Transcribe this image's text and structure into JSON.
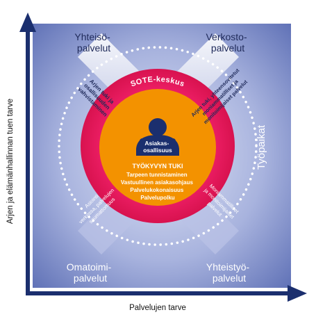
{
  "axes": {
    "y_label": "Arjen ja elämänhallinnan tuen tarve",
    "x_label": "Palvelujen tarve"
  },
  "corners": {
    "top_left": [
      "Yhteisö-",
      "palvelut"
    ],
    "top_right": [
      "Verkosto-",
      "palvelut"
    ],
    "bottom_left": [
      "Omatoimi-",
      "palvelut"
    ],
    "bottom_right": [
      "Yhteistyö-",
      "palvelut"
    ]
  },
  "bands": {
    "top_left": [
      "Arjen tuki ja",
      "osallisuuden",
      "vahvistaminen"
    ],
    "top_right": [
      "Arjen tuki, yhteensovitetut",
      "moniammatilliset ja",
      "monitoimijaiset palvelut"
    ],
    "bottom_left": [
      "Asiointi",
      "verkossa, palvelujen",
      "saumattomuus"
    ],
    "bottom_right": [
      "Moniammatilliset",
      "ja monitoimijaiset",
      "palvelut"
    ]
  },
  "ring_label": "SOTE-keskus",
  "side_label": "Työpaikat",
  "center": {
    "badge": [
      "Asiakas-",
      "osallisuus"
    ],
    "title": "TYÖKYVYN TUKI",
    "items": [
      "Tarpeen tunnistaminen",
      "Vastuullinen asiakasohjaus",
      "Palvelukokonaisuus",
      "Palvelupolku"
    ]
  },
  "colors": {
    "axis": "#1b2f6e",
    "background_light": "#d6dcf0",
    "background_dark": "#5a6cb3",
    "ring": "#e8175d",
    "core": "#f39200",
    "person": "#1b2f6e",
    "corner_text": "#1f2a5a"
  }
}
